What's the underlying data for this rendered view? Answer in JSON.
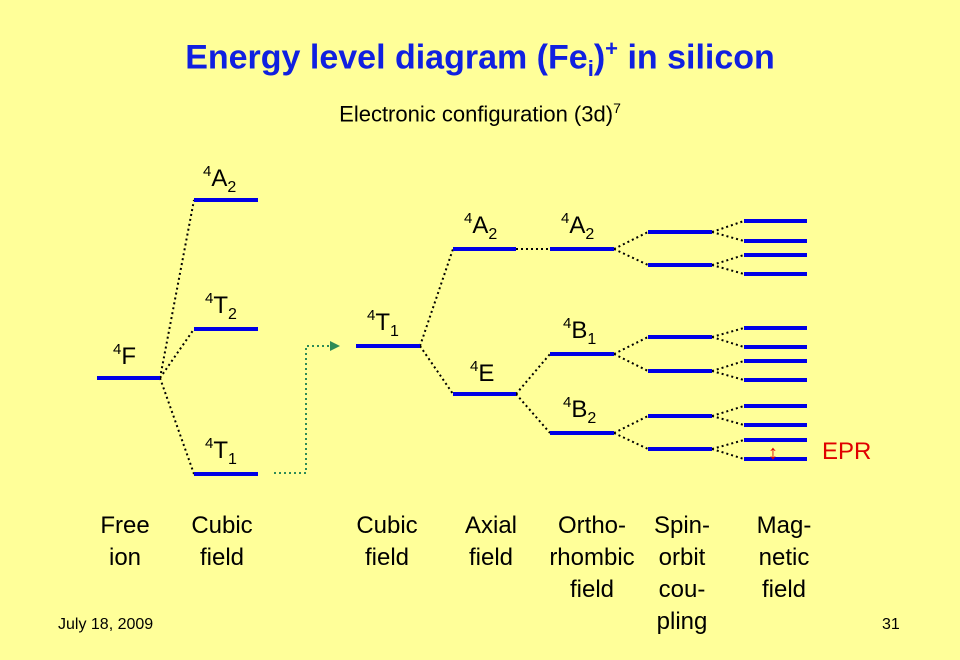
{
  "title": {
    "main": "Energy level diagram (Fe",
    "sub": "i",
    "close": ")",
    "sup": "+",
    "tail": " in silicon"
  },
  "subtitle": {
    "text": "Electronic configuration (3d)",
    "sup": "7"
  },
  "levels": {
    "free_ion": "F",
    "cubic_a2": "A",
    "cubic_a2_sub": "2",
    "cubic_t2": "T",
    "cubic_t2_sub": "2",
    "cubic_t1": "T",
    "cubic_t1_sub": "1",
    "cubic2_t1": "T",
    "cubic2_t1_sub": "1",
    "axial_a2": "A",
    "axial_a2_sub": "2",
    "axial_e": "E",
    "ortho_a2": "A",
    "ortho_a2_sub": "2",
    "ortho_b1": "B",
    "ortho_b1_sub": "1",
    "ortho_b2": "B",
    "ortho_b2_sub": "2",
    "multiplicity": "4"
  },
  "epr": {
    "label": "EPR",
    "arrow": "↕"
  },
  "columns": [
    "Free\nion",
    "Cubic\nfield",
    "Cubic\nfield",
    "Axial\nfield",
    "Ortho-\nrhombic\nfield",
    "Spin-\norbit\ncou-\npling",
    "Mag-\nnetic\nfield"
  ],
  "footer": {
    "date": "July 18, 2009",
    "page": "31"
  },
  "colors": {
    "level": "#0000E6",
    "epr": "#E00000",
    "title": "#1020E0",
    "connector": "#000000",
    "arrow": "#2E8B57",
    "background": "#FFFF99"
  }
}
